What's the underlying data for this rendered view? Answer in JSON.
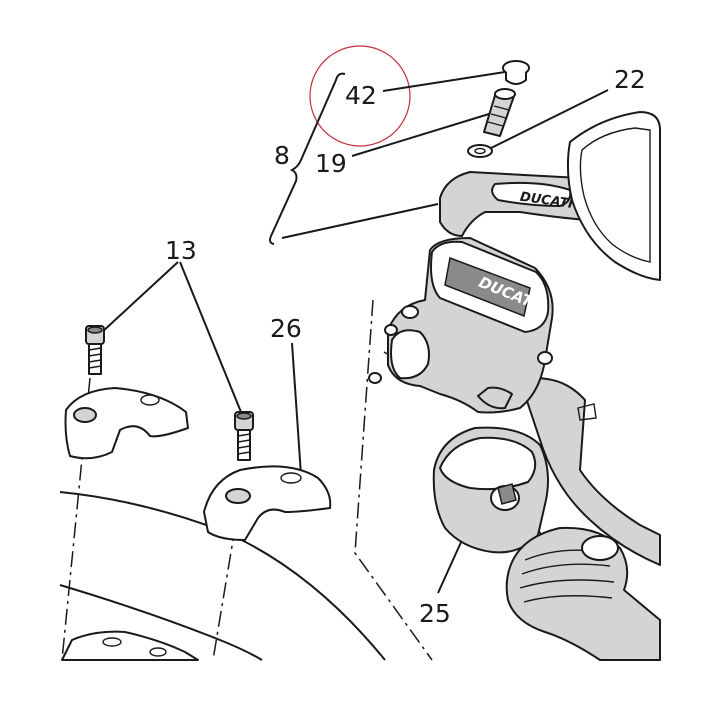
{
  "labels": {
    "part_42": "42",
    "part_22": "22",
    "part_8": "8",
    "part_19": "19",
    "part_13": "13",
    "part_26": "26",
    "part_25": "25"
  },
  "reservoir_logo_text": "DUCATI",
  "highlight_color": "#c0303a"
}
